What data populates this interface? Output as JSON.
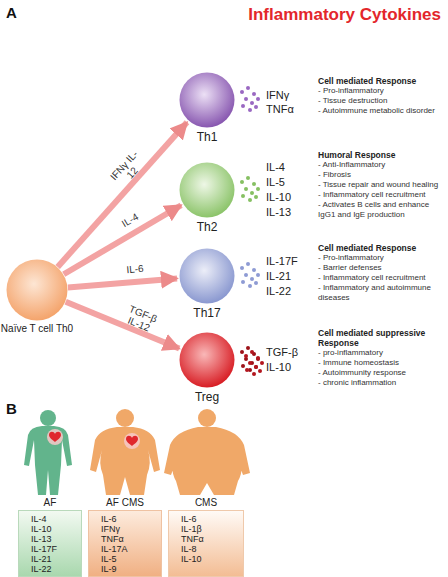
{
  "diagram": {
    "title": "Inflammatory Cytokines",
    "nodes": [
      {
        "text": [
          "Naïve T cell Th0"
        ]
      },
      {
        "text": [
          "Th1"
        ]
      },
      {
        "text": [
          "Th2"
        ]
      },
      {
        "text": [
          "Th17"
        ]
      },
      {
        "text": [
          "Treg"
        ]
      },
      {
        "text": [
          "IL-4",
          "IL-10",
          "IL-13",
          "IL-17F",
          "IL-21",
          "IL-22"
        ]
      },
      {
        "text": [
          "IL-6",
          "IFNγ",
          "TNFα",
          "IL-17A",
          "IL-5",
          "IL-9"
        ]
      },
      {
        "text": [
          "IL-6",
          "IL-1β",
          "TNFα",
          "IL-8",
          "IL-10"
        ]
      }
    ],
    "edges": [
      {
        "from": 0,
        "to": 1,
        "arrow": "to",
        "label": "IFNγ IL-12"
      },
      {
        "from": 0,
        "to": 2,
        "arrow": "to",
        "label": "IL-4"
      },
      {
        "from": 0,
        "to": 3,
        "arrow": "to",
        "label": "IL-6"
      },
      {
        "from": 0,
        "to": 4,
        "arrow": "to",
        "label": "TGF-β IL-12"
      }
    ],
    "labels": [
      "A",
      "IFNγ",
      "TNFα",
      "Cell mediated Response",
      "- Pro-inflammatory",
      "- Tissue destruction",
      "- Autoimmune metabolic disorder",
      "IL-4",
      "IL-5",
      "IL-10",
      "IL-13",
      "Humoral Response",
      "- Anti-Inflammatory",
      "- Fibrosis",
      "- Tissue repair and wound healing",
      "- Inflammatory cell recruitment",
      "- Activates B cells and enhance IgG1 and IgE production",
      "IL-17F",
      "IL-21",
      "IL-22",
      "Cell mediated Response",
      "- Pro-inflammatory",
      "- Barrier defenses",
      "- Inflammatory cell recruitment",
      "- Inflammatory and autoimmune diseases",
      "TGF-β",
      "IL-10",
      "Cell mediated suppressive Response",
      "- pro-inflammatory",
      "- Immune homeostasis",
      "- Autoimmunity response",
      "- chronic inflammation",
      "B",
      "AF",
      "AF CMS",
      "CMS"
    ]
  }
}
